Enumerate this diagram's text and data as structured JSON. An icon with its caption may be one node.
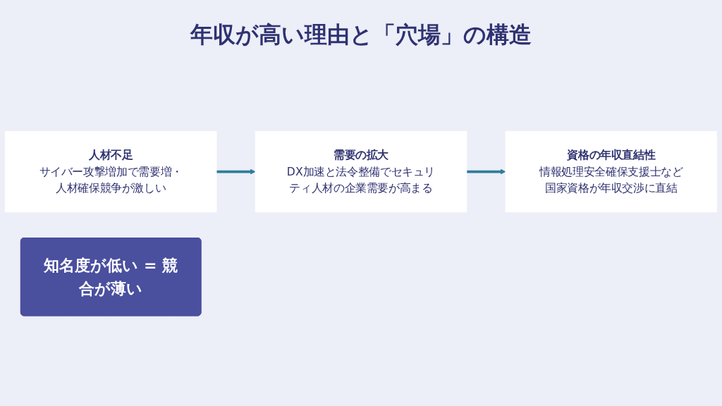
{
  "diagram": {
    "title": "年収が高い理由と「穴場」の構造",
    "nodes": [
      {
        "text": [
          "人材不足",
          "サイバー攻撃増加で需要増・人材確保競争が激しい"
        ]
      },
      {
        "text": [
          "需要の拡大",
          "DX加速と法令整備でセキュリティ人材の企業需要が高まる"
        ]
      },
      {
        "text": [
          "資格の年収直結性",
          "情報処理安全確保支援士など国家資格が年収交渉に直結"
        ]
      },
      {
        "text": [
          "知名度が低い = 競合が薄い"
        ]
      }
    ],
    "edges": [
      {
        "from": 0,
        "to": 1,
        "arrow": "to"
      },
      {
        "from": 1,
        "to": 2,
        "arrow": "to"
      }
    ]
  }
}
